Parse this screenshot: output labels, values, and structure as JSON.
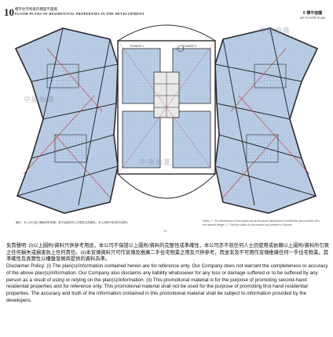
{
  "page_number": "10",
  "title_cn": "樓宇住宅物業的樓面平面圖",
  "title_en": "FLOOR PLANS OF RESIDENTIAL PROPERTIES IN THE DEVELOPMENT",
  "floor_label_cn": "6 樓平面圖",
  "floor_label_en": "6/F FLOOR PLAN",
  "tower_labels": [
    "TOWER 1",
    "TOWER 2"
  ],
  "watermark": "中原地產",
  "small_page_ref": "10",
  "notes_left": "備註：本公司已盡力確保資料準確，惟不保證資料之完整性及準確性。本公司概不負責任何損失。",
  "notes_right": "Notes: 1. The dimensions of floor plans are all structural dimensions in millimetre and rounded off to the nearest integer. 2. The floor plans do not include any furniture or fixtures.",
  "disclaimer": {
    "cn": "免責聲明: (i)以上圖則/資料只供參考用途，本公司不保證以上圖則/資料的完整性或準確性，本公司亦不就任何人士因使用或依賴以上圖則/資料所引致之任何損失或損害負上任何責任。(ii)本宣傳資料只可作宣傳及推廣二手住宅物業之用及只供參考，而並非及不可用作宣傳推廣任何一手住宅物業。其準確性及真實性以樓盤發展商提供的資料為準。",
    "en": "Disclaimer Policy: (i) The plan(s)/information contained herein are for reference only. Our Company does not warrant the completeness or accuracy of the above plan(s)/information. Our Company also disclaims any liability whatsoever for any loss or damage suffered or to be suffered by any person as a result of using or relying on the plan(s)/information. (ii) This promotional material is for the purpose of promoting second-hand residential properties and for reference only. This promotional material shall not be used for the purpose of promoting first-hand residential properties. The accuracy and truth of the information contained in this promotional material shall be subject to information provided by the developers."
  },
  "colors": {
    "room_fill": "#b9cde6",
    "wall": "#2b2b2b",
    "dim_red": "#c0392b",
    "paper": "#ffffff"
  }
}
